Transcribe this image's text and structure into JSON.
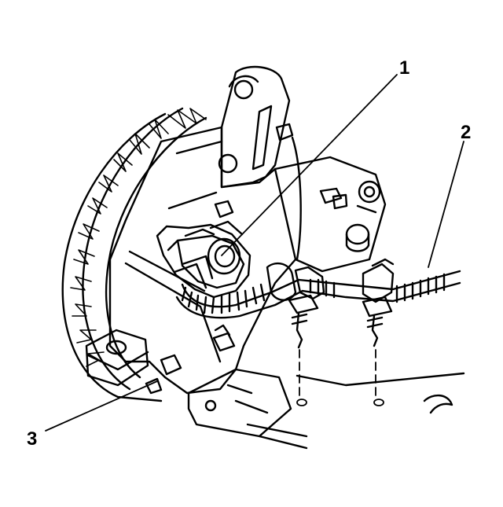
{
  "diagram": {
    "callouts": [
      {
        "id": "1",
        "label": "1"
      },
      {
        "id": "2",
        "label": "2"
      },
      {
        "id": "3",
        "label": "3"
      }
    ],
    "colors": {
      "ink": "#000000",
      "paper": "#ffffff"
    }
  }
}
